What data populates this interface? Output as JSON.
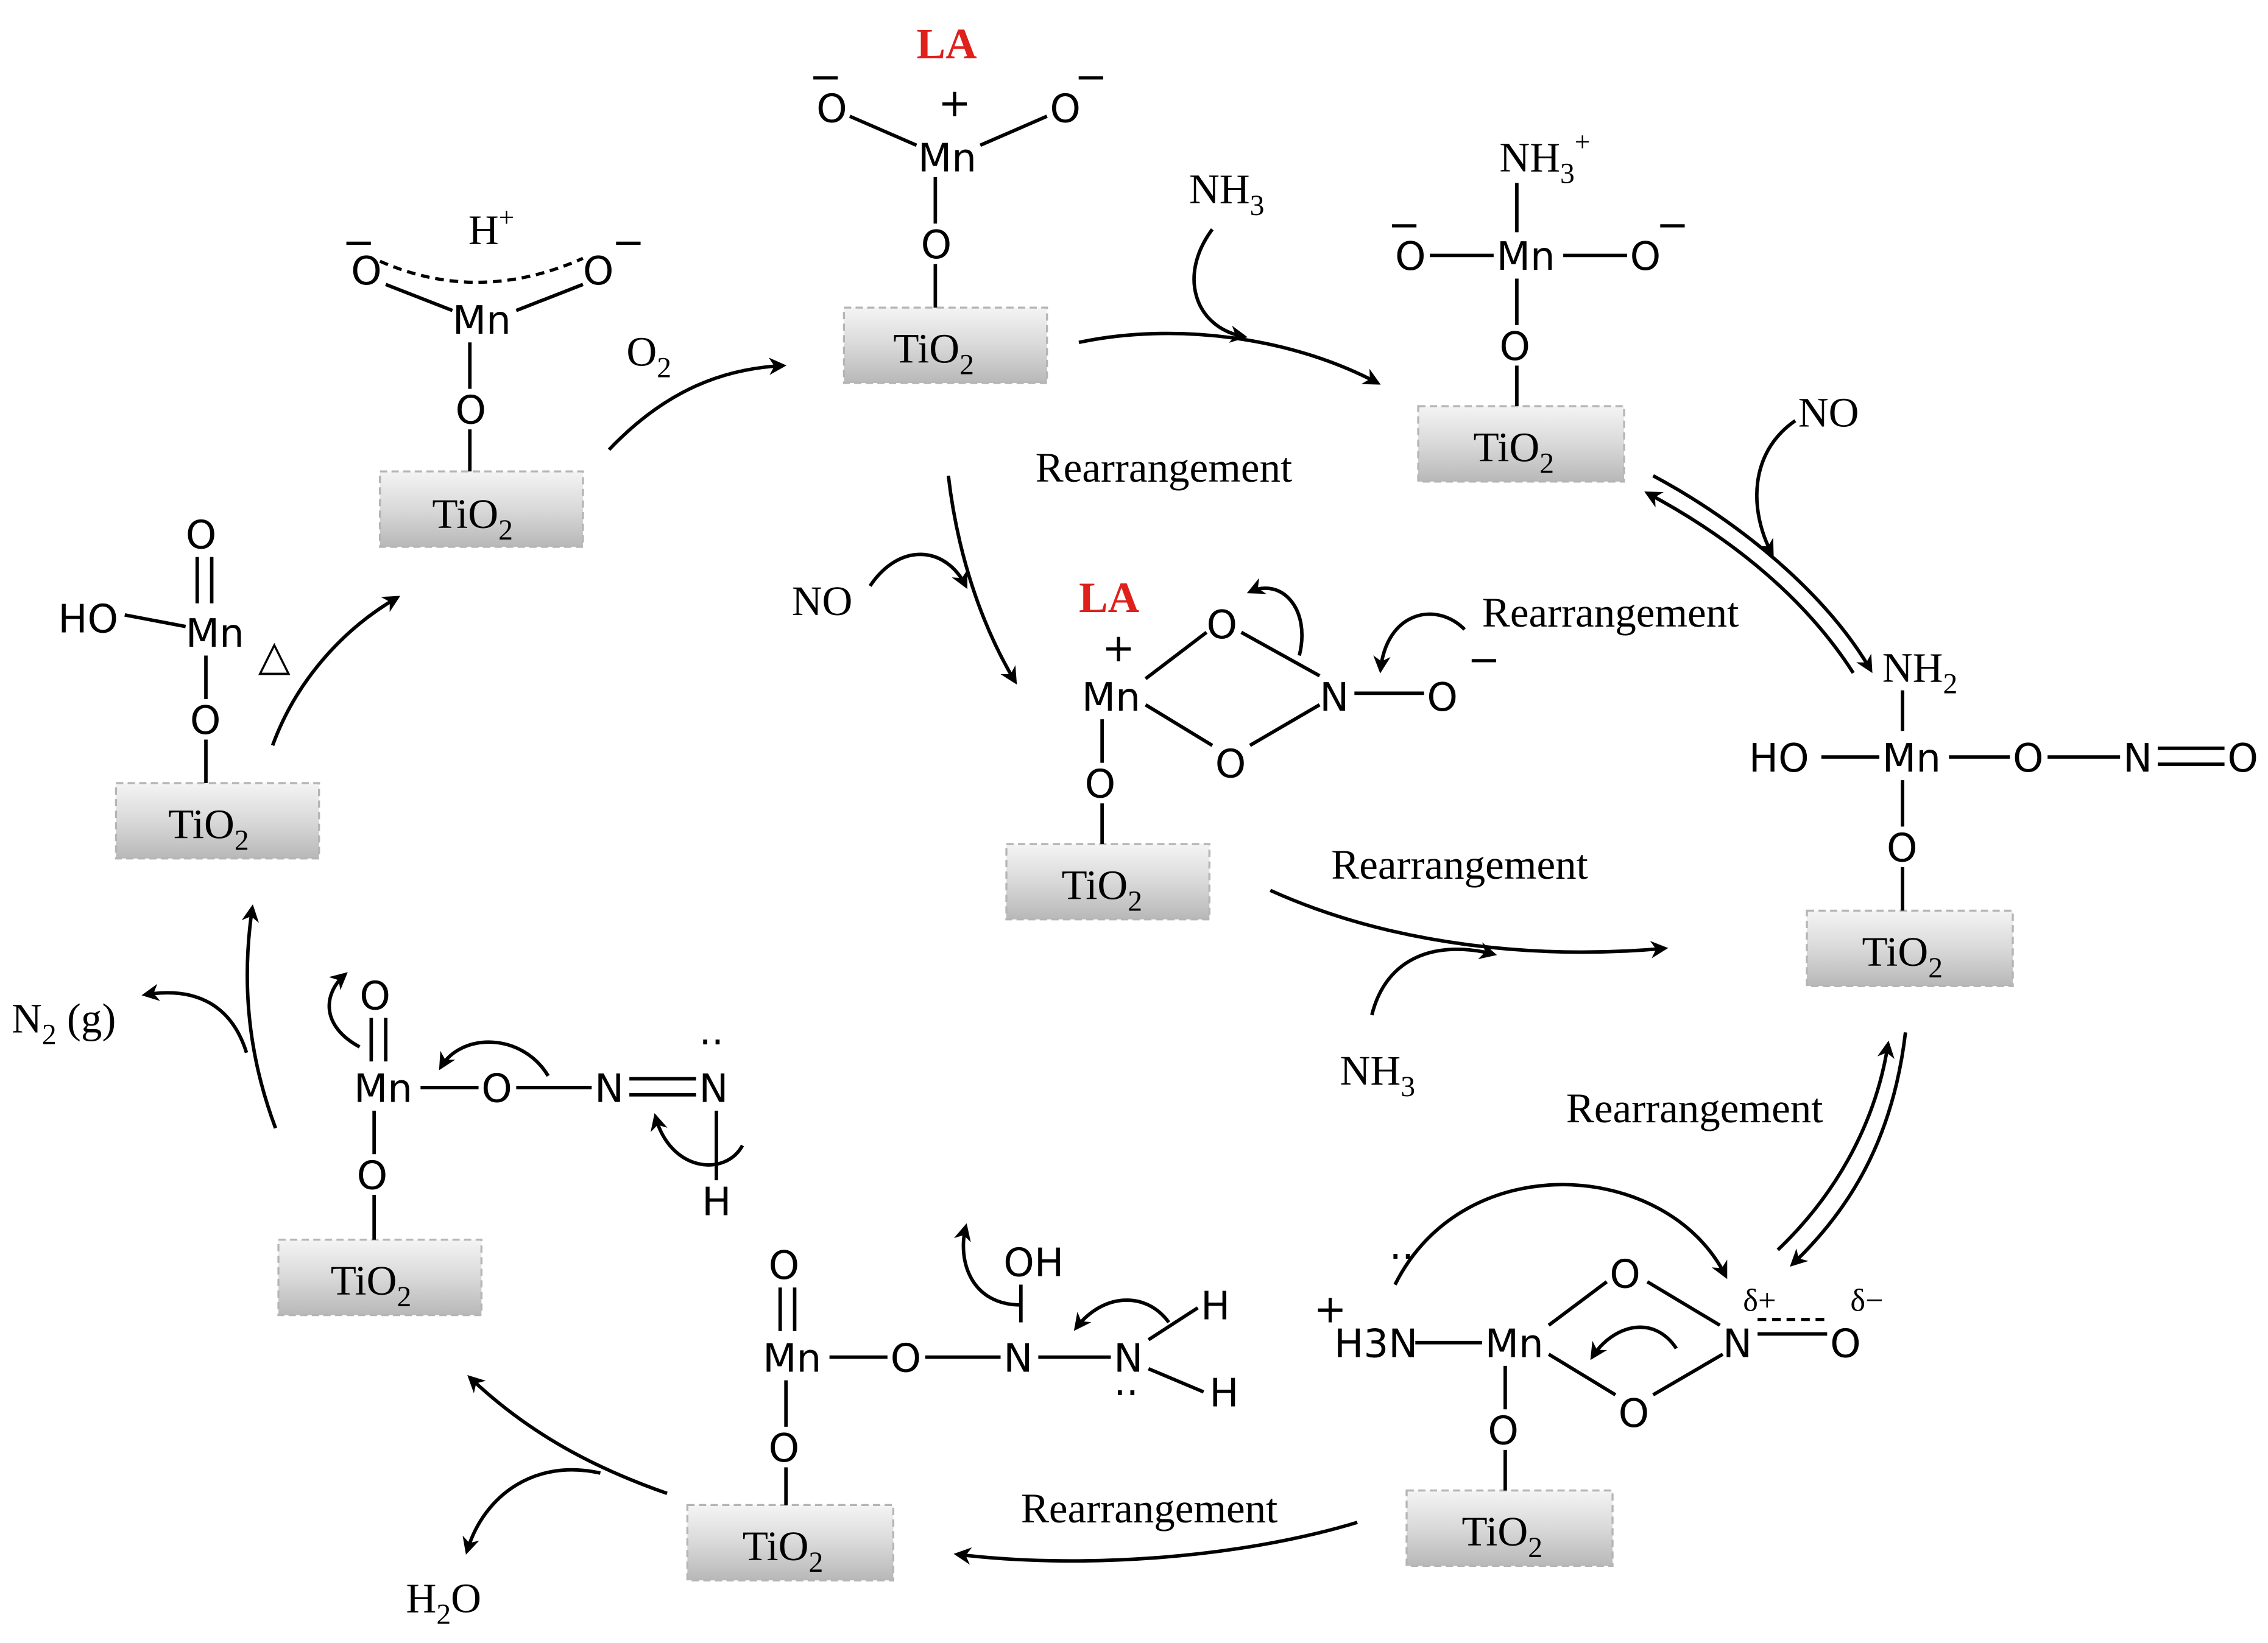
{
  "labels": {
    "tio2": [
      "TiO",
      "2"
    ],
    "la": "LA",
    "h_plus": [
      "H",
      "+"
    ],
    "o2": [
      "O",
      "2"
    ],
    "nh3": [
      "NH",
      "3"
    ],
    "nh3_plus": [
      "NH",
      "3",
      "+"
    ],
    "nh2": [
      "NH",
      "2"
    ],
    "no": "NO",
    "n2g": [
      "N",
      "2",
      " (g)"
    ],
    "h2o": [
      "H",
      "2",
      "O"
    ],
    "delta": "△",
    "delta_plus": "δ+",
    "delta_minus": "δ−",
    "rearrangement": "Rearrangement"
  },
  "atoms": {
    "mn": "Mn",
    "o": "O",
    "n": "N",
    "h": "H",
    "ho": "HO",
    "oh": "OH",
    "h3n": "H3N",
    "plus": "+",
    "minus": "−",
    "lone_pair": "··"
  }
}
